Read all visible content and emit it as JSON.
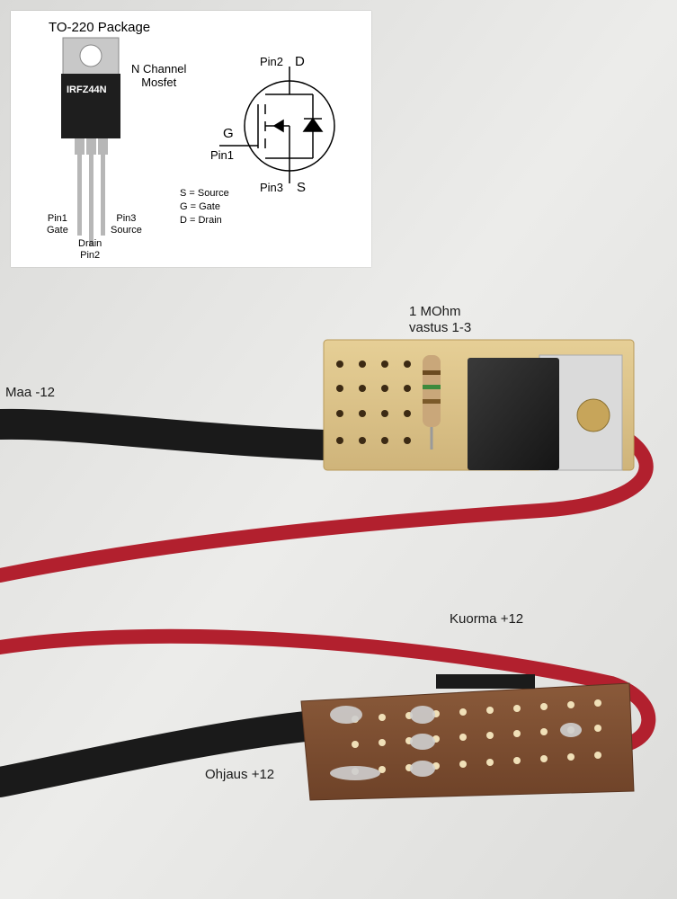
{
  "photo_labels": {
    "resistor": "1 MOhm\nvastus 1-3",
    "ground": "Maa -12",
    "load": "Kuorma +12",
    "control": "Ohjaus +12"
  },
  "diagram": {
    "package_title": "TO-220 Package",
    "chip_marking": "IRFZ44N",
    "channel_label": "N Channel\nMosfet",
    "pin1_label": "Pin1\nGate",
    "pin2_label": "Drain\nPin2",
    "pin3_label": "Pin3\nSource",
    "sym_pin2": "Pin2",
    "sym_d": "D",
    "sym_g": "G",
    "sym_pin1": "Pin1",
    "sym_pin3": "Pin3",
    "sym_s": "S",
    "legend": [
      "S = Source",
      "G = Gate",
      "D = Drain"
    ]
  }
}
